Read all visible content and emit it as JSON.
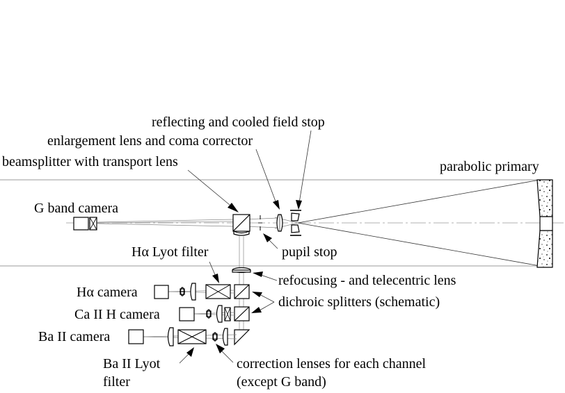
{
  "diagram": {
    "title": "",
    "colors": {
      "line": "#000000",
      "ray": "#888888",
      "background": "#ffffff"
    },
    "labels": {
      "reflecting_field_stop": "reflecting and cooled field stop",
      "enlargement_lens": "enlargement lens and coma corrector",
      "beamsplitter": "beamsplitter with transport lens",
      "parabolic_primary": "parabolic primary",
      "g_band_camera": "G band camera",
      "pupil_stop": "pupil stop",
      "halpha_lyot_filter": "Hα Lyot filter",
      "refocusing_lens": "refocusing - and telecentric lens",
      "halpha_camera": "Hα camera",
      "ca_ii_h_camera": "Ca II H camera",
      "dichroic_splitters": "dichroic splitters (schematic)",
      "ba_ii_camera": "Ba II camera",
      "ba_ii_lyot_filter_line1": "Ba II Lyot",
      "ba_ii_lyot_filter_line2": "filter",
      "correction_lenses_line1": "correction lenses for each channel",
      "correction_lenses_line2": "(except G band)"
    },
    "components": [
      "parabolic-primary-mirror",
      "reflecting-cooled-field-stop",
      "enlargement-lens-coma-corrector",
      "pupil-stop",
      "beamsplitter-transport-lens",
      "g-band-camera",
      "refocusing-telecentric-lens",
      "dichroic-splitter-halpha",
      "dichroic-splitter-ca-ii-h",
      "fold-prism-ba-ii",
      "halpha-lyot-filter",
      "halpha-camera",
      "ca-ii-h-camera",
      "ba-ii-lyot-filter",
      "ba-ii-camera",
      "correction-lenses"
    ]
  }
}
